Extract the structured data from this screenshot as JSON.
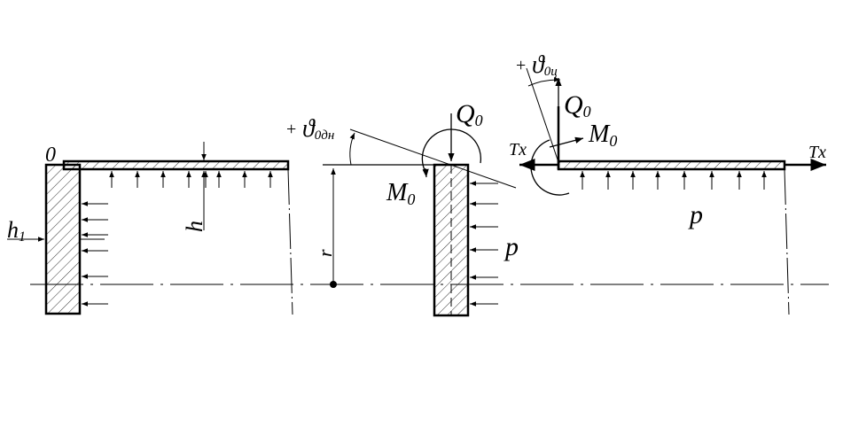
{
  "labels": {
    "origin": "0",
    "h_thickness": "h",
    "h1_thickness": "h",
    "h1_subscript": "1",
    "radius": "r",
    "plus_sign_1": "+",
    "theta_bottom": "ϑ",
    "theta_bottom_sub": "0дн",
    "Q0_main": "Q",
    "Q0_main_sub": "0",
    "M0_main": "M",
    "M0_main_sub": "0",
    "p_mid": "p",
    "plus_sign_2": "+",
    "theta_cyl": "ϑ",
    "theta_cyl_sub": "0ц",
    "Q0_right": "Q",
    "Q0_right_sub": "0",
    "M0_right": "M",
    "M0_right_sub": "0",
    "Tx_left": "Tx",
    "Tx_right": "Tx",
    "p_right": "p"
  }
}
